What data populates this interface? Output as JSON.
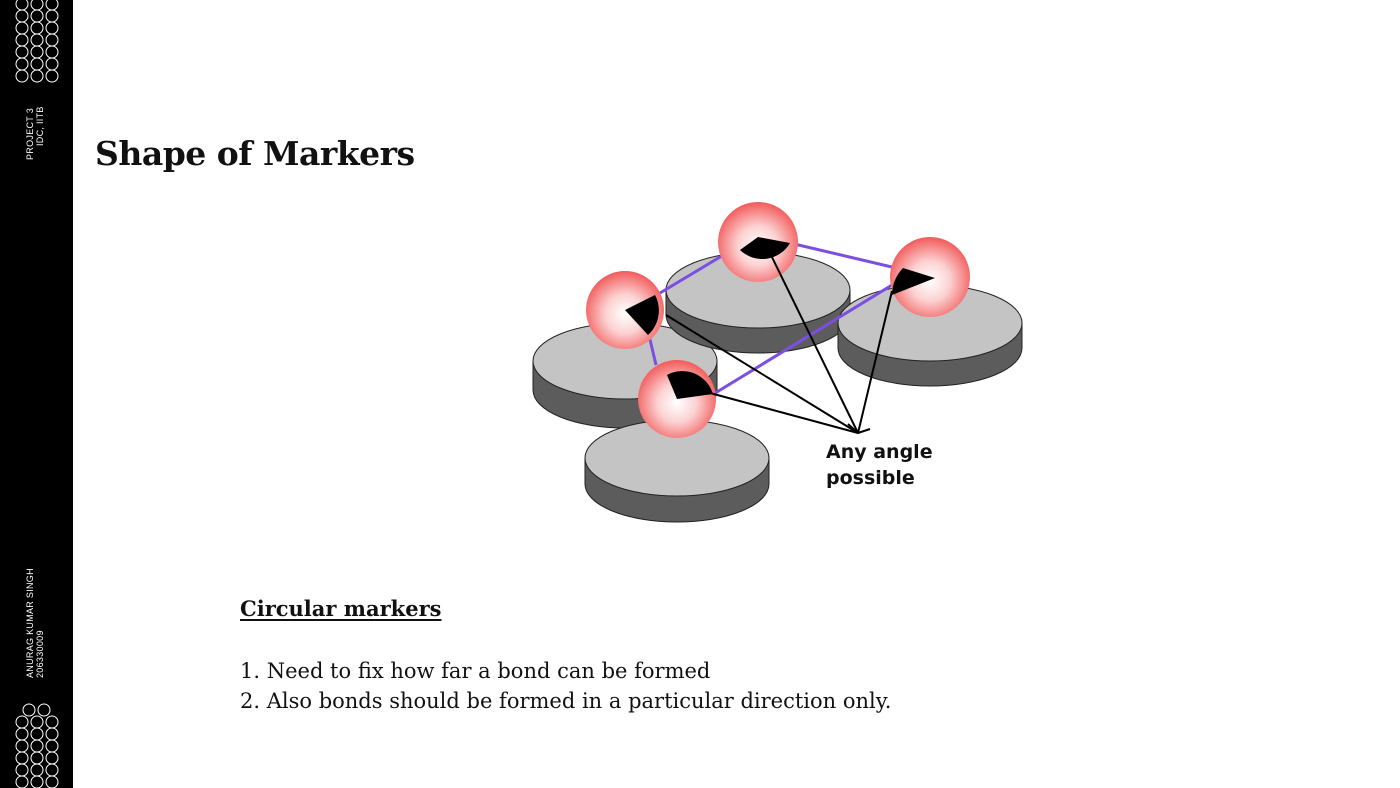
{
  "sidebar": {
    "project_line1": "PROJECT 3",
    "project_line2": "IDC, IITB",
    "author_name": "ANURAG KUMAR SINGH",
    "author_id": "206330009"
  },
  "slide": {
    "title": "Shape of Markers"
  },
  "diagram": {
    "annotation_line1": "Any angle",
    "annotation_line2": "possible"
  },
  "section": {
    "heading": "Circular markers",
    "points": [
      "1. Need to fix how far a bond can be formed",
      "2. Also bonds should be formed in a particular direction only."
    ]
  }
}
